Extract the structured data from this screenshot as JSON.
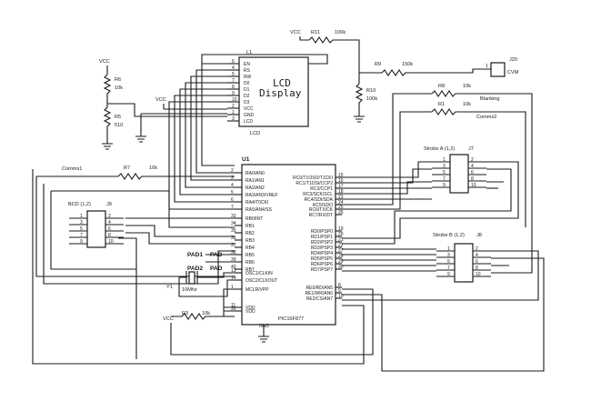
{
  "power": {
    "vcc": "VCC"
  },
  "lcd": {
    "ref": "L1",
    "title_line1": "LCD",
    "title_line2": "Display",
    "footer": "LCD",
    "pins": [
      "EN",
      "RS",
      "RW",
      "D0",
      "D1",
      "D2",
      "D3",
      "VCC",
      "GND",
      "LCD"
    ],
    "pin_numbers": [
      "6",
      "4",
      "5",
      "7",
      "8",
      "9",
      "10",
      "2",
      "1",
      "3"
    ]
  },
  "resistors": {
    "r11": {
      "ref": "R11",
      "value": "100k"
    },
    "r9": {
      "ref": "R9",
      "value": "150k"
    },
    "r10": {
      "ref": "R10",
      "value": "100k"
    },
    "r8": {
      "ref": "R8",
      "value": "10k"
    },
    "r1": {
      "ref": "R1",
      "value": "10k"
    },
    "r6": {
      "ref": "R6",
      "value": "10k"
    },
    "r5": {
      "ref": "R5",
      "value": "510"
    },
    "r7": {
      "ref": "R7",
      "value": "10k"
    },
    "r3": {
      "ref": "R3",
      "value": "10k"
    }
  },
  "connector_j20": {
    "ref": "J20",
    "label": "CVM"
  },
  "net_labels": {
    "blanking": "Blanking",
    "comms2": "Comms2",
    "comms1": "Comms1"
  },
  "mcu": {
    "ref": "U1",
    "part": "PIC16F877",
    "gnd": "GND",
    "left_pins": [
      {
        "num": "2",
        "name": "RA0/AN0"
      },
      {
        "num": "3",
        "name": "RA1/AN1"
      },
      {
        "num": "4",
        "name": "RA2/AN2"
      },
      {
        "num": "5",
        "name": "RA3/AN3/VREF"
      },
      {
        "num": "6",
        "name": "RA4/T0CKI"
      },
      {
        "num": "7",
        "name": "RA5/AN4/SS"
      },
      {
        "num": "33",
        "name": "RB0/INT"
      },
      {
        "num": "34",
        "name": "RB1"
      },
      {
        "num": "35",
        "name": "RB2"
      },
      {
        "num": "36",
        "name": "RB3"
      },
      {
        "num": "37",
        "name": "RB4"
      },
      {
        "num": "38",
        "name": "RB5"
      },
      {
        "num": "39",
        "name": "RB6"
      },
      {
        "num": "40",
        "name": "RB7"
      },
      {
        "num": "13",
        "name": "OSC1/CLKIN"
      },
      {
        "num": "14",
        "name": "OSC2/CLKOUT"
      },
      {
        "num": "1",
        "name": "MCLR/VPP"
      },
      {
        "num": "11",
        "name": "VDD"
      },
      {
        "num": "32",
        "name": "VDD"
      }
    ],
    "right_pins": [
      {
        "num": "15",
        "name": "RC0/T1OSO/T1CKI"
      },
      {
        "num": "16",
        "name": "RC1/T1OSI/CCP2"
      },
      {
        "num": "17",
        "name": "RC2/CCP1"
      },
      {
        "num": "18",
        "name": "RC3/SCK/SCL"
      },
      {
        "num": "23",
        "name": "RC4/SDI/SDA"
      },
      {
        "num": "24",
        "name": "RC5/SDO"
      },
      {
        "num": "25",
        "name": "RC6/TX/CK"
      },
      {
        "num": "26",
        "name": "RC7/RX/DT"
      },
      {
        "num": "19",
        "name": "RD0/PSP0"
      },
      {
        "num": "20",
        "name": "RD1/PSP1"
      },
      {
        "num": "21",
        "name": "RD2/PSP2"
      },
      {
        "num": "22",
        "name": "RD3/PSP3"
      },
      {
        "num": "27",
        "name": "RD4/PSP4"
      },
      {
        "num": "28",
        "name": "RD5/PSP5"
      },
      {
        "num": "29",
        "name": "RD6/PSP6"
      },
      {
        "num": "30",
        "name": "RD7/PSP7"
      },
      {
        "num": "8",
        "name": "RE0/RD/AN5"
      },
      {
        "num": "9",
        "name": "RE1/WR/AN6"
      },
      {
        "num": "10",
        "name": "RE2/CS/AN7"
      }
    ]
  },
  "headers": {
    "bcd": {
      "title": "BCD (1,2)",
      "ref": "J9",
      "left": [
        "1",
        "3",
        "5",
        "7",
        "9"
      ],
      "right": [
        "2",
        "4",
        "6",
        "8",
        "10"
      ]
    },
    "strobe_a": {
      "title": "Strobe A (1,2)",
      "ref": "J7",
      "left": [
        "1",
        "3",
        "5",
        "7",
        "9"
      ],
      "right": [
        "2",
        "4",
        "6",
        "8",
        "10"
      ]
    },
    "strobe_b": {
      "title": "Strobe B (1,2)",
      "ref": "J8",
      "left": [
        "1",
        "3",
        "5",
        "7",
        "9"
      ],
      "right": [
        "2",
        "4",
        "6",
        "8",
        "10"
      ]
    }
  },
  "pads": {
    "pad1": "PAD1",
    "pad2": "PAD2",
    "pad1b": "PAD",
    "pad2b": "PAD"
  },
  "crystal": {
    "ref": "Y1",
    "value": "10Mhz"
  }
}
